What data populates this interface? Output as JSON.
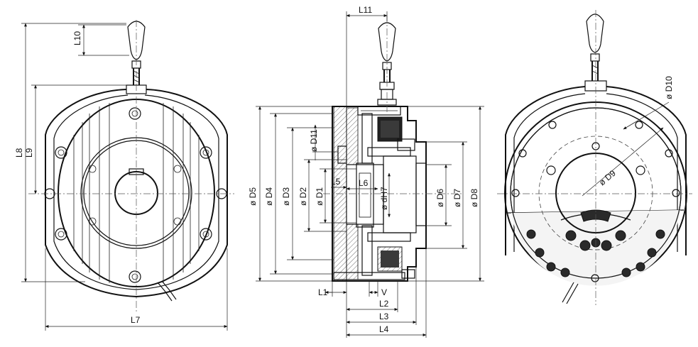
{
  "figure": "brake-drawing",
  "left_view": {
    "dims": {
      "L10": "L10",
      "L8": "L8",
      "L9": "L9",
      "L7": "L7"
    }
  },
  "middle_view": {
    "dims": {
      "L11": "L11",
      "D11": "ø D11",
      "D5": "ø D5",
      "D4": "ø D4",
      "D3": "ø D3",
      "D2": "ø D2",
      "D1": "ø D1",
      "L5": "L5",
      "L6": "L6",
      "dH7": "ø dH7",
      "D6": "ø D6",
      "D7": "ø D7",
      "D8": "ø D8",
      "L1": "L1",
      "V": "V",
      "L2": "L2",
      "L3": "L3",
      "L4": "L4"
    }
  },
  "right_view": {
    "dims": {
      "D10": "ø D10",
      "D9": "ø D9"
    }
  }
}
